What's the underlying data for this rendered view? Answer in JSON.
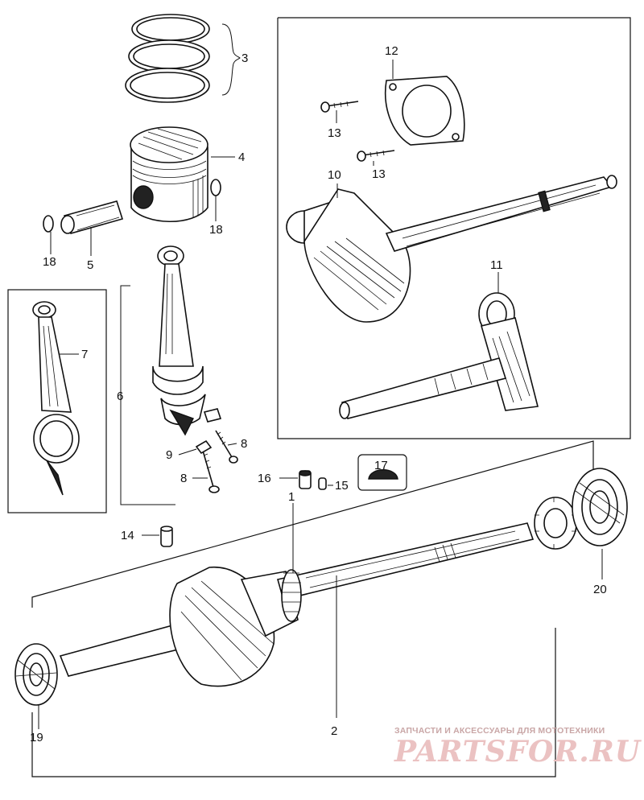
{
  "callouts": {
    "c1": "1",
    "c2": "2",
    "c3": "3",
    "c4": "4",
    "c5": "5",
    "c6": "6",
    "c7": "7",
    "c8a": "8",
    "c8b": "8",
    "c9": "9",
    "c10": "10",
    "c11": "11",
    "c12": "12",
    "c13a": "13",
    "c13b": "13",
    "c14": "14",
    "c15": "15",
    "c16": "16",
    "c17": "17",
    "c18a": "18",
    "c18b": "18",
    "c19": "19",
    "c20": "20"
  },
  "watermark": {
    "caption": "ЗАПЧАСТИ И АКСЕССУАРЫ ДЛЯ МОТОТЕХНИКИ",
    "brand": "PARTSFOR.RU",
    "color": "#e8b4b4"
  }
}
